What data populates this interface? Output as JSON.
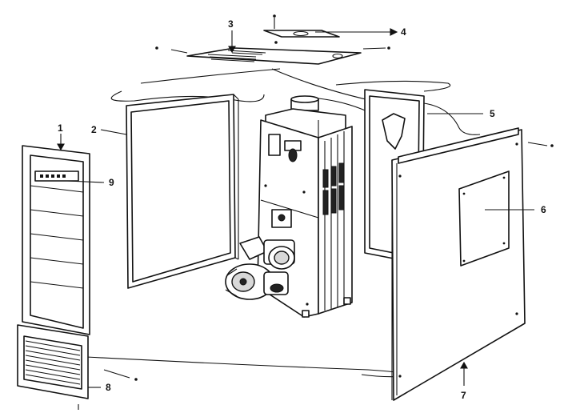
{
  "diagram": {
    "type": "exploded-parts-view",
    "callouts": [
      {
        "id": "callout-1",
        "label": "1"
      },
      {
        "id": "callout-2",
        "label": "2"
      },
      {
        "id": "callout-3",
        "label": "3"
      },
      {
        "id": "callout-4",
        "label": "4"
      },
      {
        "id": "callout-5",
        "label": "5"
      },
      {
        "id": "callout-6",
        "label": "6"
      },
      {
        "id": "callout-7",
        "label": "7"
      },
      {
        "id": "callout-8",
        "label": "8"
      },
      {
        "id": "callout-9",
        "label": "9"
      }
    ]
  }
}
